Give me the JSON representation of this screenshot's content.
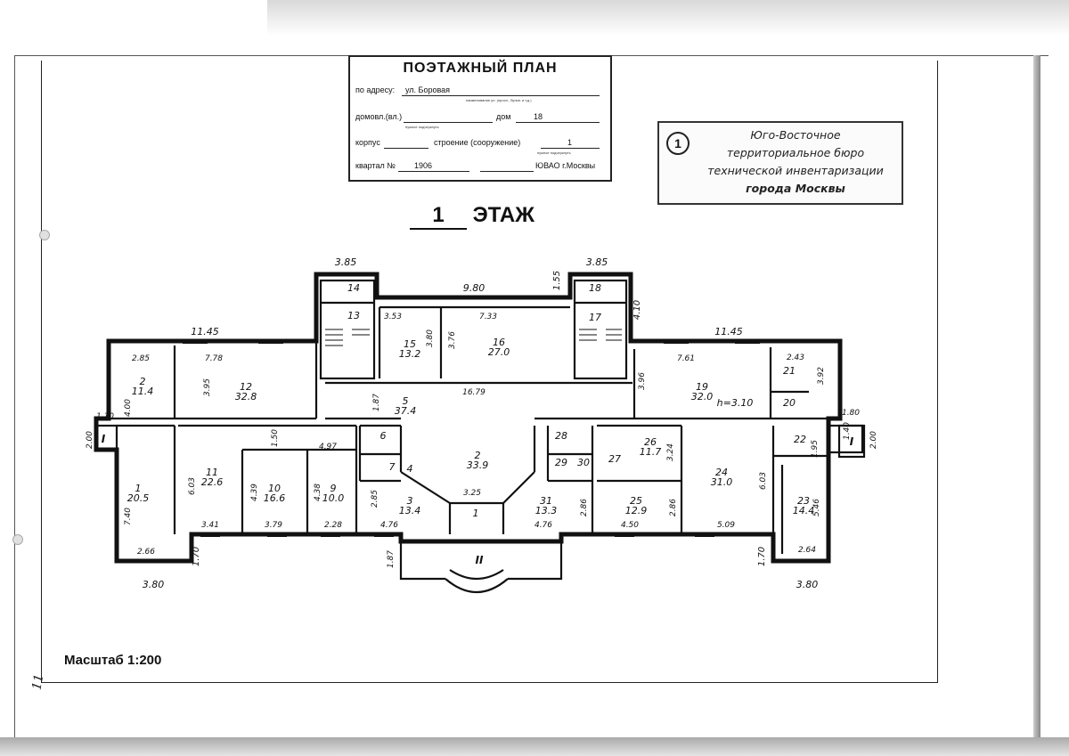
{
  "title_block": {
    "title": "ПОЭТАЖНЫЙ ПЛАН",
    "address_label": "по адресу:",
    "street": "ул. Боровая",
    "street_hint": "наименование ул. (просп., бульв. и т.д.)",
    "house_label": "домовл.(вл.)",
    "house_hint": "нужное подчеркнуть",
    "dom_label": "дом",
    "dom_value": "18",
    "korpus_label": "корпус",
    "structure_label": "строение (сооружение)",
    "structure_value": "1",
    "structure_hint": "нужное подчеркнуть",
    "quarter_label": "квартал №",
    "quarter_value": "1906",
    "district": "ЮВАО г.Москвы"
  },
  "stamp": {
    "number": "1",
    "lines": [
      "Юго-Восточное",
      "территориальное бюро",
      "технической инвентаризации",
      "города Москвы"
    ]
  },
  "floor": {
    "number": "1",
    "label": "ЭТАЖ"
  },
  "scale": "Масштаб 1:200",
  "corner_mark": "11",
  "dimensions": {
    "left_wing_width": "11.45",
    "right_wing_width": "11.45",
    "left_stair_width": "3.85",
    "right_stair_width": "3.85",
    "center_width": "9.80",
    "center_offset": "1.55",
    "right_stair_offset": "4.10",
    "left_bottom_width": "3.80",
    "right_bottom_width": "3.80",
    "left_bottom_offset": "1.70",
    "right_bottom_offset": "1.70",
    "left_porch_width": "1.10",
    "left_porch_depth": "2.00",
    "right_porch_width": "1.80",
    "right_porch_depth": "2.00",
    "right_porch_inner": "1.40",
    "entrance_offset": "1.87",
    "ceiling_height": "h=3.10"
  },
  "rooms": [
    {
      "num": "2",
      "area": "11.4"
    },
    {
      "num": "12",
      "area": "32.8"
    },
    {
      "num": "13",
      "area": ""
    },
    {
      "num": "14",
      "area": ""
    },
    {
      "num": "15",
      "area": "13.2"
    },
    {
      "num": "16",
      "area": "27.0"
    },
    {
      "num": "17",
      "area": ""
    },
    {
      "num": "18",
      "area": ""
    },
    {
      "num": "19",
      "area": "32.0"
    },
    {
      "num": "21",
      "area": ""
    },
    {
      "num": "20",
      "area": ""
    },
    {
      "num": "5",
      "area": "37.4"
    },
    {
      "num": "1",
      "area": "20.5"
    },
    {
      "num": "11",
      "area": "22.6"
    },
    {
      "num": "10",
      "area": "16.6"
    },
    {
      "num": "9",
      "area": "10.0"
    },
    {
      "num": "6",
      "area": ""
    },
    {
      "num": "7",
      "area": ""
    },
    {
      "num": "4",
      "area": ""
    },
    {
      "num": "3",
      "area": "13.4"
    },
    {
      "num": "2",
      "area": "33.9"
    },
    {
      "num": "1",
      "area": ""
    },
    {
      "num": "31",
      "area": "13.3"
    },
    {
      "num": "28",
      "area": ""
    },
    {
      "num": "29",
      "area": ""
    },
    {
      "num": "30",
      "area": ""
    },
    {
      "num": "27",
      "area": ""
    },
    {
      "num": "26",
      "area": "11.7"
    },
    {
      "num": "25",
      "area": "12.9"
    },
    {
      "num": "24",
      "area": "31.0"
    },
    {
      "num": "22",
      "area": ""
    },
    {
      "num": "23",
      "area": "14.4"
    }
  ],
  "room_dims": [
    "2.85",
    "4.00",
    "7.78",
    "3.95",
    "3.53",
    "3.80",
    "7.33",
    "3.76",
    "7.61",
    "3.96",
    "2.43",
    "3.92",
    "16.79",
    "1.87",
    "4.97",
    "1.50",
    "3.25",
    "3.41",
    "3.79",
    "2.28",
    "4.39",
    "4.38",
    "6.03",
    "2.85",
    "4.76",
    "4.76",
    "2.86",
    "4.50",
    "2.86",
    "5.09",
    "6.03",
    "3.24",
    "1.95",
    "5.46",
    "2.64",
    "7.40",
    "2.66"
  ],
  "entrances": [
    "I",
    "II",
    "I"
  ]
}
